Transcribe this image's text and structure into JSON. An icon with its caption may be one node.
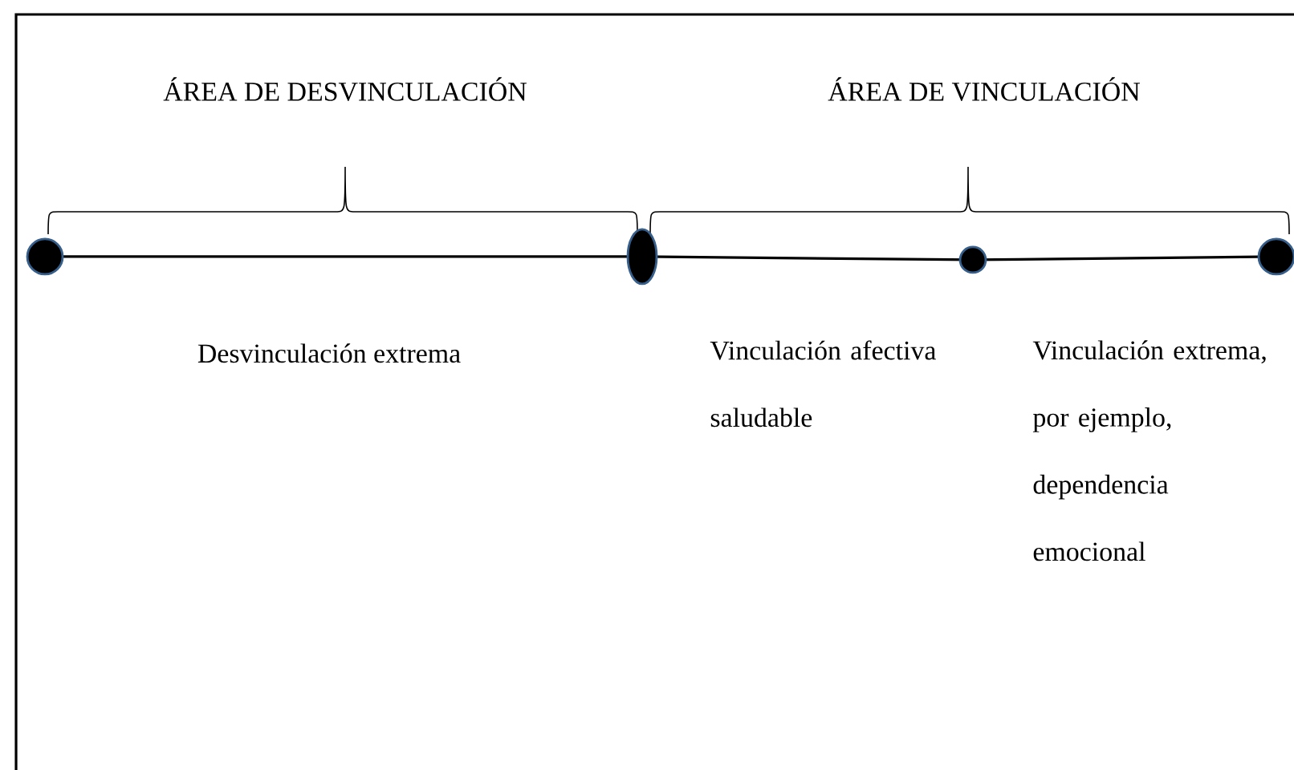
{
  "diagram": {
    "nodes": [
      {
        "text": [],
        "shape": "circle"
      },
      {
        "text": [],
        "shape": "circle"
      },
      {
        "text": [],
        "shape": "circle"
      },
      {
        "text": [],
        "shape": "circle"
      }
    ],
    "edges": [
      {
        "from": 0,
        "to": 1,
        "arrow": "none"
      },
      {
        "from": 1,
        "to": 2,
        "arrow": "none"
      },
      {
        "from": 2,
        "to": 3,
        "arrow": "none"
      }
    ],
    "labels": [
      "ÁREA DE DESVINCULACIÓN",
      "ÁREA DE VINCULACIÓN",
      "Desvinculación extrema",
      "Vinculación afectiva saludable",
      "Vinculación extrema, por ejemplo, dependencia emocional"
    ]
  }
}
